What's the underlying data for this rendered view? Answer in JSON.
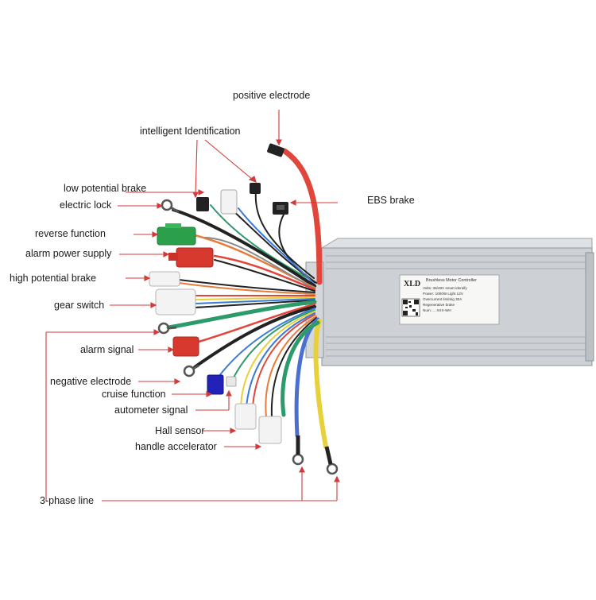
{
  "labels": {
    "positive_electrode": "positive electrode",
    "intelligent_identification": "intelligent Identification",
    "low_potential_brake": "low potential brake",
    "electric_lock": "electric lock",
    "ebs_brake": "EBS brake",
    "reverse_function": "reverse function",
    "alarm_power_supply": "alarm power supply",
    "high_potential_brake": "high potential brake",
    "gear_switch": "gear switch",
    "alarm_signal": "alarm signal",
    "negative_electrode": "negative electrode",
    "cruise_function": "cruise function",
    "autometer_signal": "autometer signal",
    "hall_sensor": "Hall sensor",
    "handle_accelerator": "handle accelerator",
    "three_phase_line": "3-phase line"
  },
  "controller": {
    "logo": "XLD",
    "plate_lines": [
      "Brushless Motor Controller",
      "Volts: 36/48V  smart identify",
      "Power: 1000W  Light 12V",
      "Overcurrent limiting 30A",
      "Regenerative brake",
      "Num: ...  XXX-WH"
    ]
  },
  "colors": {
    "annotation_line": "#d33a3a",
    "casing": "#c9cdd1",
    "red_wire": "#e0463a",
    "green_wire": "#2d9a6a",
    "yellow_wire": "#e8d03a",
    "blue_wire": "#4a6fd0"
  }
}
